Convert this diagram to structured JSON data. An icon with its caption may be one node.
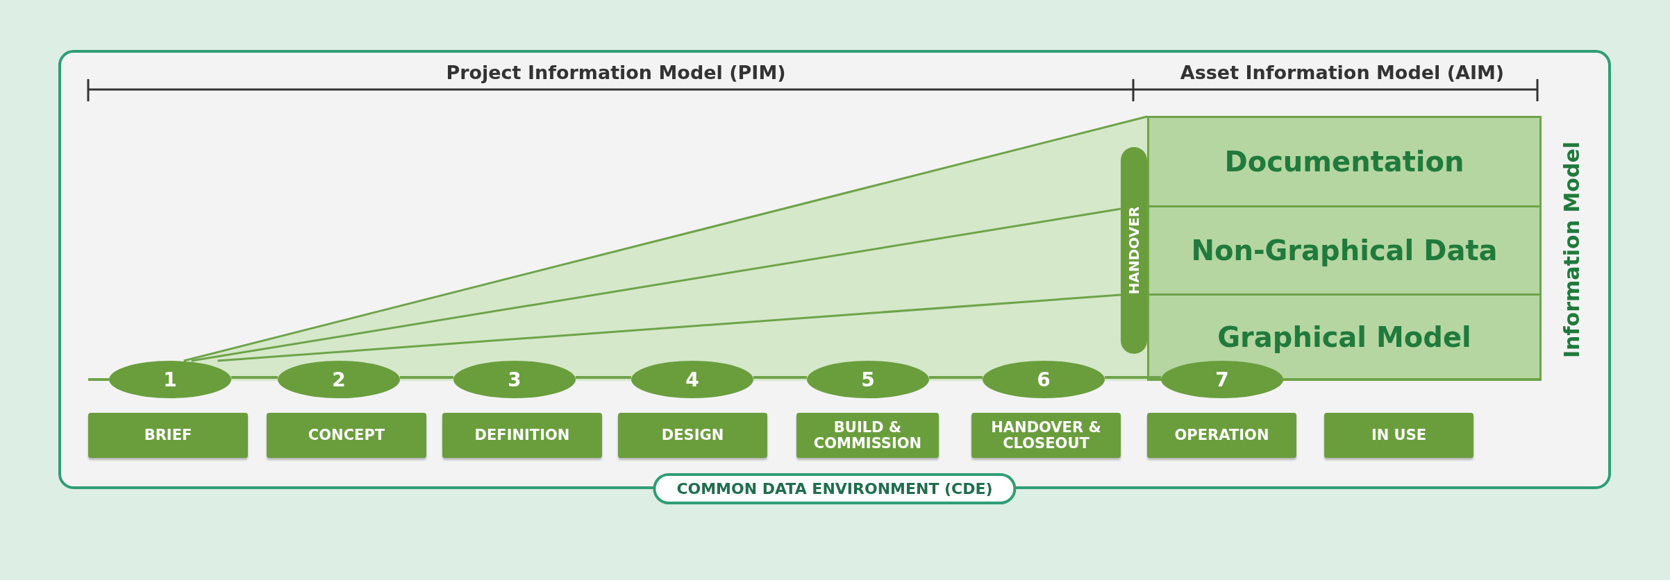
{
  "diagram": {
    "nodes": [
      {
        "text": [
          "COMMON DATA ENVIRONMENT (CDE)"
        ]
      },
      {
        "text": [
          "HANDOVER"
        ],
        "in": 0
      },
      {
        "text": [
          "Documentation"
        ],
        "in": 0
      },
      {
        "text": [
          "Non-Graphical Data"
        ],
        "in": 0
      },
      {
        "text": [
          "Graphical Model"
        ],
        "in": 0
      },
      {
        "text": [
          "1"
        ],
        "in": 0
      },
      {
        "text": [
          "2"
        ],
        "in": 0
      },
      {
        "text": [
          "3"
        ],
        "in": 0
      },
      {
        "text": [
          "4"
        ],
        "in": 0
      },
      {
        "text": [
          "5"
        ],
        "in": 0
      },
      {
        "text": [
          "6"
        ],
        "in": 0
      },
      {
        "text": [
          "7"
        ],
        "in": 0
      },
      {
        "text": [
          "BRIEF"
        ],
        "in": 0
      },
      {
        "text": [
          "CONCEPT"
        ],
        "in": 0
      },
      {
        "text": [
          "DEFINITION"
        ],
        "in": 0
      },
      {
        "text": [
          "DESIGN"
        ],
        "in": 0
      },
      {
        "text": [
          "BUILD & COMMISSION"
        ],
        "in": 0
      },
      {
        "text": [
          "HANDOVER & CLOSEOUT"
        ],
        "in": 0
      },
      {
        "text": [
          "OPERATION"
        ],
        "in": 0
      },
      {
        "text": [
          "IN USE"
        ],
        "in": 0
      }
    ],
    "edges": [
      {
        "from": 5,
        "to": 6,
        "arrow": "none"
      },
      {
        "from": 6,
        "to": 7,
        "arrow": "none"
      },
      {
        "from": 7,
        "to": 8,
        "arrow": "none"
      },
      {
        "from": 8,
        "to": 9,
        "arrow": "none"
      },
      {
        "from": 9,
        "to": 10,
        "arrow": "none"
      },
      {
        "from": 10,
        "to": 11,
        "arrow": "none"
      },
      {
        "from": 5,
        "to": 2,
        "arrow": "none"
      },
      {
        "from": 5,
        "to": 1,
        "arrow": "none"
      },
      {
        "from": 5,
        "to": 1,
        "arrow": "none"
      }
    ],
    "labels": [
      "Project Information Model (PIM)",
      "Asset Information Model (AIM)",
      "Information Model"
    ]
  }
}
